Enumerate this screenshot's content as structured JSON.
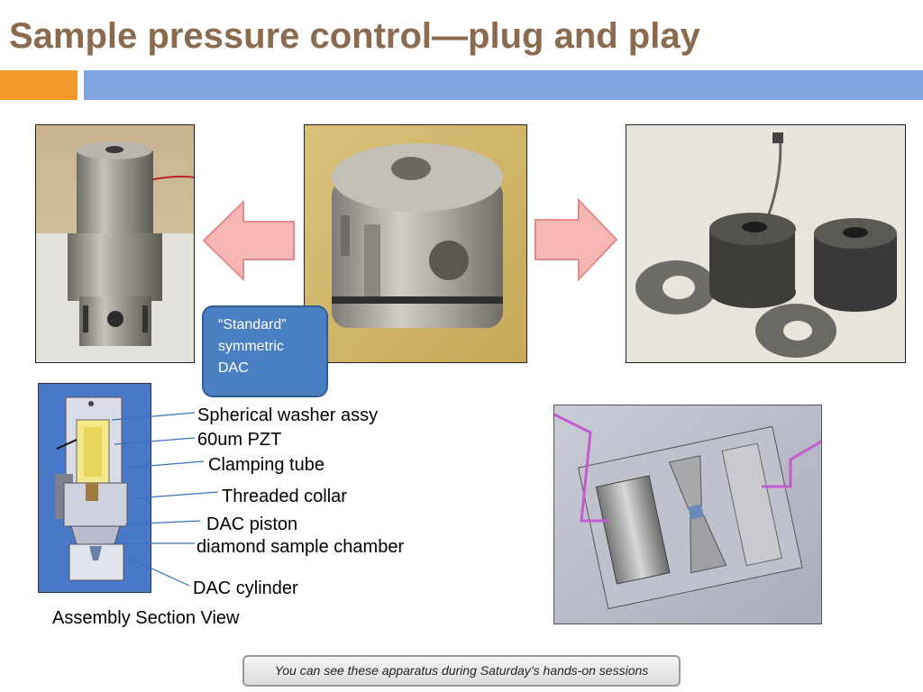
{
  "slide": {
    "title": "Sample pressure control—plug and play",
    "callout": {
      "line1": "“Standard”",
      "line2": "symmetric",
      "line3": "DAC"
    },
    "labels": {
      "spherical_washer": "Spherical washer assy",
      "pzt": "60um PZT",
      "clamping_tube": "Clamping tube",
      "threaded_collar": "Threaded collar",
      "dac_piston": "DAC piston",
      "diamond_chamber": "diamond sample chamber",
      "dac_cylinder": "DAC cylinder",
      "section_caption": "Assembly Section View"
    },
    "footer_note": "You can see these apparatus during Saturday’s hands-on sessions"
  },
  "colors": {
    "title": "#8b6b4f",
    "accent_orange": "#f39c2b",
    "accent_blue": "#7ea5e0",
    "callout_fill": "#4a7fc1",
    "arrow_fill": "#f7b6b6",
    "leader_line": "#3a6fc4"
  }
}
